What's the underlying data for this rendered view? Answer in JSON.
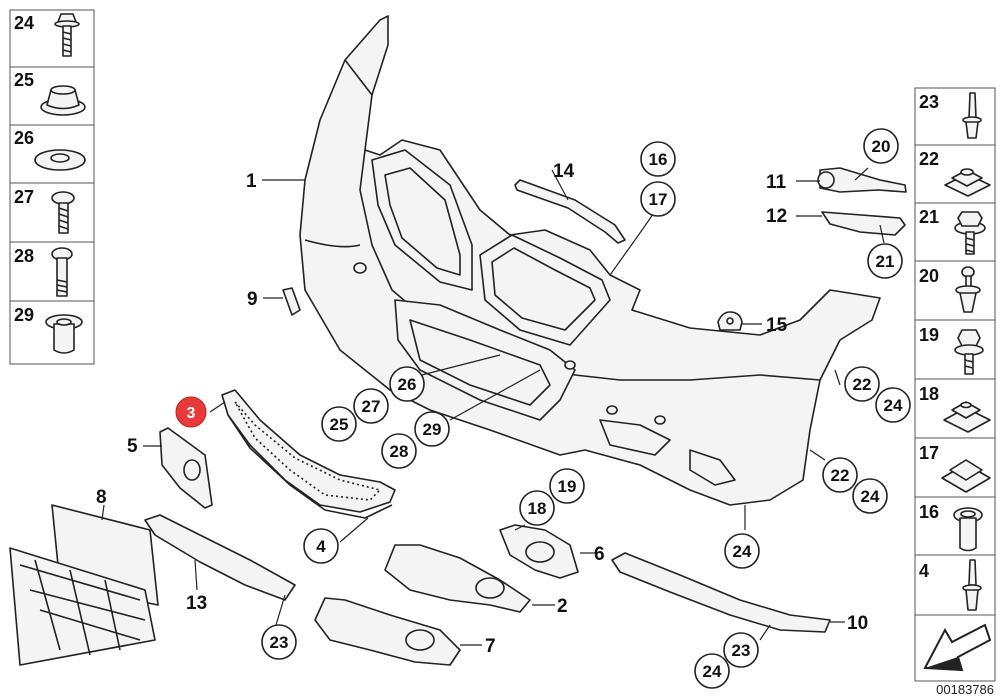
{
  "diagram_id": "00183786",
  "highlight_color": "#e83a3a",
  "highlighted_part": "3",
  "left_column": [
    {
      "number": "24",
      "icon": "screw-washer-icon"
    },
    {
      "number": "25",
      "icon": "grommet-icon"
    },
    {
      "number": "26",
      "icon": "washer-icon"
    },
    {
      "number": "27",
      "icon": "screw-icon"
    },
    {
      "number": "28",
      "icon": "bolt-icon"
    },
    {
      "number": "29",
      "icon": "spacer-icon"
    }
  ],
  "right_column": [
    {
      "number": "23",
      "icon": "rivet-icon"
    },
    {
      "number": "22",
      "icon": "clip-nut-icon"
    },
    {
      "number": "21",
      "icon": "hex-screw-icon"
    },
    {
      "number": "20",
      "icon": "expanding-rivet-icon"
    },
    {
      "number": "19",
      "icon": "collar-screw-icon"
    },
    {
      "number": "18",
      "icon": "spring-nut-icon"
    },
    {
      "number": "17",
      "icon": "square-nut-icon"
    },
    {
      "number": "16",
      "icon": "sleeve-icon"
    },
    {
      "number": "4",
      "icon": "pin-rivet-icon"
    }
  ],
  "plain_labels": [
    "1",
    "14",
    "11",
    "12",
    "9",
    "15",
    "5",
    "8",
    "13",
    "6",
    "2",
    "7",
    "10"
  ],
  "circled_labels": [
    "16",
    "17",
    "20",
    "21",
    "22",
    "24",
    "22",
    "24",
    "26",
    "27",
    "25",
    "29",
    "28",
    "19",
    "18",
    "4",
    "24",
    "23",
    "23",
    "24"
  ]
}
